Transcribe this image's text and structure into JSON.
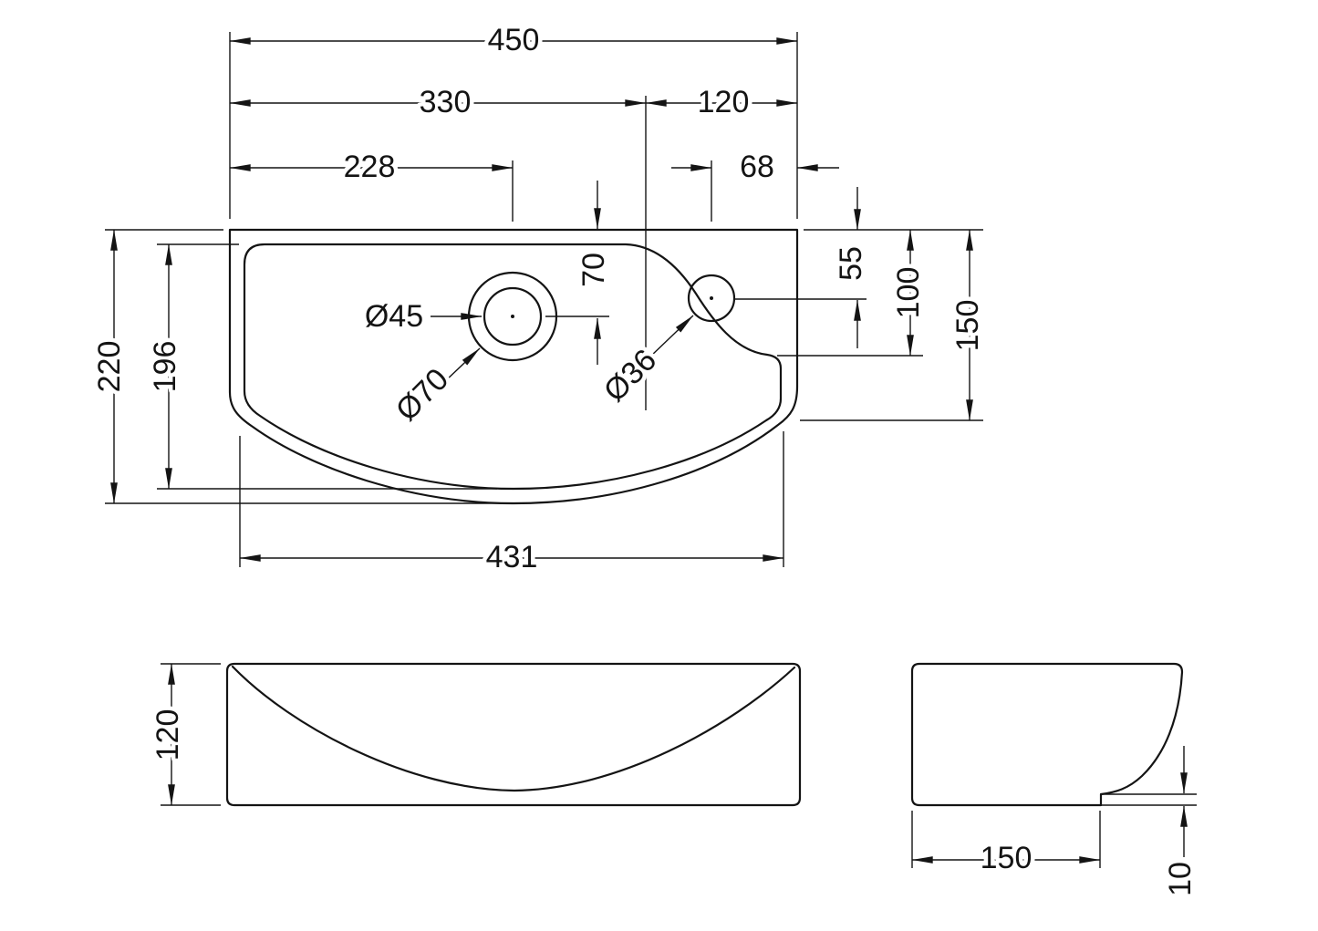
{
  "page": {
    "background": "#ffffff",
    "line_color": "#141414"
  },
  "drawing": {
    "kind": "basin-dimension-drawing",
    "top_view": {
      "overall_width": "450",
      "bowl_section_width": "330",
      "shelf_section_width": "120",
      "faucet_offset_left": "228",
      "shelf_hole_offset_right": "68",
      "faucet_offset_top": "70",
      "faucet_hole_dia": "Ø45",
      "faucet_recess_dia": "Ø70",
      "shelf_hole_dia": "Ø36",
      "shelf_hole_offset_top": "55",
      "shelf_depth": "100",
      "shelf_section_depth": "150",
      "overall_depth": "220",
      "inner_depth": "196",
      "bottom_edge_width": "431"
    },
    "front_view": {
      "height": "120"
    },
    "side_view": {
      "base_depth": "150",
      "base_lip_height": "10"
    }
  }
}
